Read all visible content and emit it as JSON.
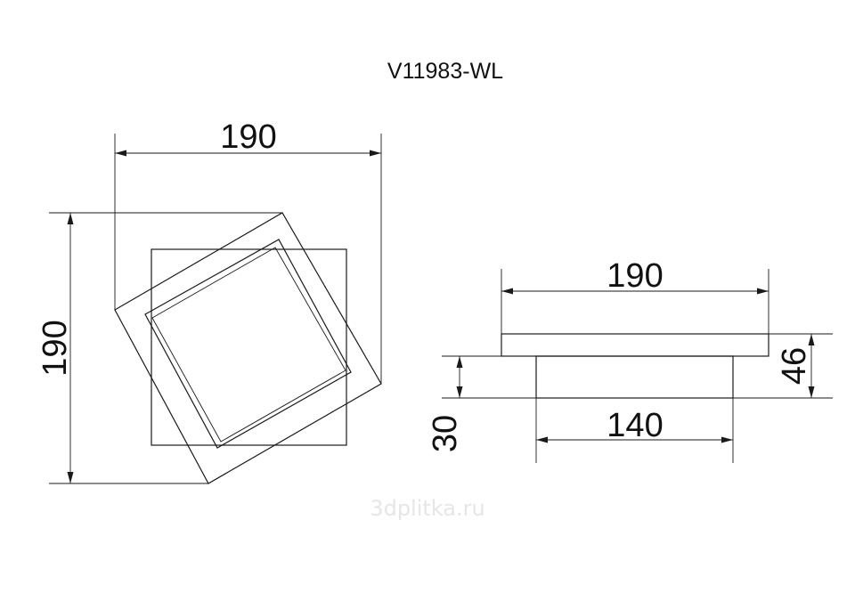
{
  "title": "V11983-WL",
  "watermark": "3dplitka.ru",
  "front_view": {
    "width_label": "190",
    "height_label": "190"
  },
  "side_view": {
    "top_width_label": "190",
    "bottom_width_label": "140",
    "total_depth_label": "46",
    "base_depth_label": "30"
  },
  "colors": {
    "line": "#1a1a1a",
    "text": "#111111",
    "watermark": "#e6e6e6",
    "background": "#ffffff"
  }
}
